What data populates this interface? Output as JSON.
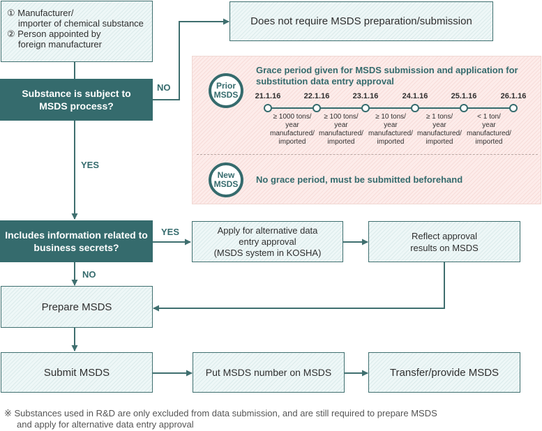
{
  "start_box": {
    "line1": "① Manufacturer/",
    "line2": "importer of chemical substance",
    "line3": "② Person appointed by",
    "line4": "foreign manufacturer"
  },
  "decision1": {
    "line1": "Substance is subject to",
    "line2": "MSDS process?"
  },
  "no_label_1": "NO",
  "yes_label_1": "YES",
  "no_require": "Does not require MSDS preparation/submission",
  "grace": {
    "prior_badge": {
      "line1": "Prior",
      "line2": "MSDS"
    },
    "prior_title_line1": "Grace period given for MSDS submission and application for",
    "prior_title_line2": "substitution data entry approval",
    "dates": [
      "21.1.16",
      "22.1.16",
      "23.1.16",
      "24.1.16",
      "25.1.16",
      "26.1.16"
    ],
    "tiers": [
      {
        "line1": "≥ 1000 tons/",
        "line2": "year",
        "line3": "manufactured/",
        "line4": "imported"
      },
      {
        "line1": "≥ 100 tons/",
        "line2": "year",
        "line3": "manufactured/",
        "line4": "imported"
      },
      {
        "line1": "≥ 10 tons/",
        "line2": "year",
        "line3": "manufactured/",
        "line4": "imported"
      },
      {
        "line1": "≥ 1 tons/",
        "line2": "year",
        "line3": "manufactured/",
        "line4": "imported"
      },
      {
        "line1": "< 1 ton/",
        "line2": "year",
        "line3": "manufactured/",
        "line4": "imported"
      }
    ],
    "new_badge": {
      "line1": "New",
      "line2": "MSDS"
    },
    "new_text": "No grace period, must be submitted beforehand"
  },
  "decision2": {
    "line1": "Includes information related to",
    "line2": "business secrets?"
  },
  "yes_label_2": "YES",
  "no_label_2": "NO",
  "apply_box": {
    "line1": "Apply for alternative data",
    "line2": "entry approval",
    "line3": "(MSDS system in KOSHA)"
  },
  "reflect_box": {
    "line1": "Reflect approval",
    "line2": "results on MSDS"
  },
  "prepare": "Prepare MSDS",
  "submit": "Submit MSDS",
  "put_number": "Put MSDS number on MSDS",
  "transfer": "Transfer/provide MSDS",
  "footnote_line1": "※ Substances used in R&D are only excluded from data submission, and are still required to prepare MSDS",
  "footnote_line2": "and apply for alternative data entry approval",
  "colors": {
    "dark_teal": "#356b6d",
    "line": "#3f6f6f",
    "grace_bg": "#fdecea"
  }
}
